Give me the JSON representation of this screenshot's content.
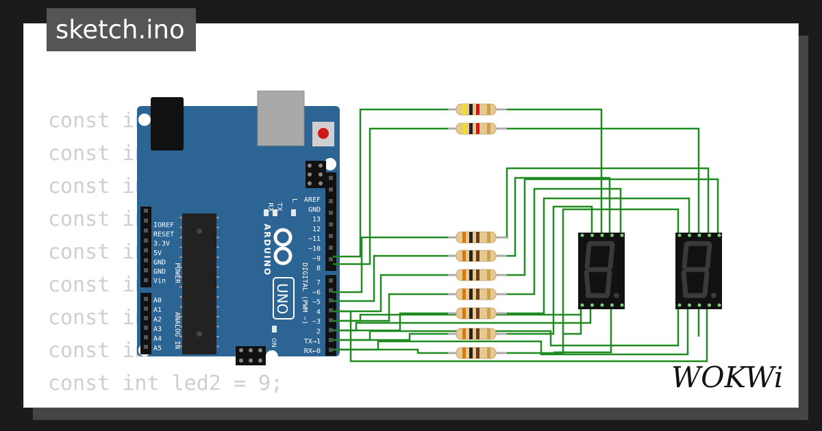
{
  "header": {
    "filename": "sketch.ino"
  },
  "code": {
    "lines": [
      "const in",
      "const in",
      "const in",
      "const in",
      "const in",
      "const in",
      "const in",
      "const in",
      "const int led2 = 9;"
    ]
  },
  "board": {
    "name": "ARDUINO",
    "model": "UNO",
    "on_label": "ON",
    "l_label": "L",
    "tx_label": "TX",
    "rx_label": "RX",
    "power_group": "POWER",
    "analog_group": "ANALOG IN",
    "digital_group": "DIGITAL (PWM ~)",
    "power_pins": [
      "IOREF",
      "RESET",
      "3.3V",
      "5V",
      "GND",
      "GND",
      "Vin"
    ],
    "analog_pins": [
      "A0",
      "A1",
      "A2",
      "A3",
      "A4",
      "A5"
    ],
    "digital_pins_upper": [
      "AREF",
      "GND",
      "13",
      "12",
      "~11",
      "~10",
      "~9",
      "8"
    ],
    "digital_pins_lower": [
      "7",
      "~6",
      "~5",
      "4",
      "~3",
      "2",
      "TX→1",
      "RX←0"
    ]
  },
  "resistors": {
    "count": 9,
    "band_colors_top": [
      "#f2e600",
      "#222222",
      "#dd1111",
      "#c9a14a"
    ],
    "band_colors_bottom": [
      "#e07800",
      "#222222",
      "#6b3a1e",
      "#c9a14a"
    ]
  },
  "displays": {
    "count": 2,
    "type": "7-segment"
  },
  "wire_color": "#1f8a1f",
  "logo": {
    "text": "WOKWi"
  }
}
